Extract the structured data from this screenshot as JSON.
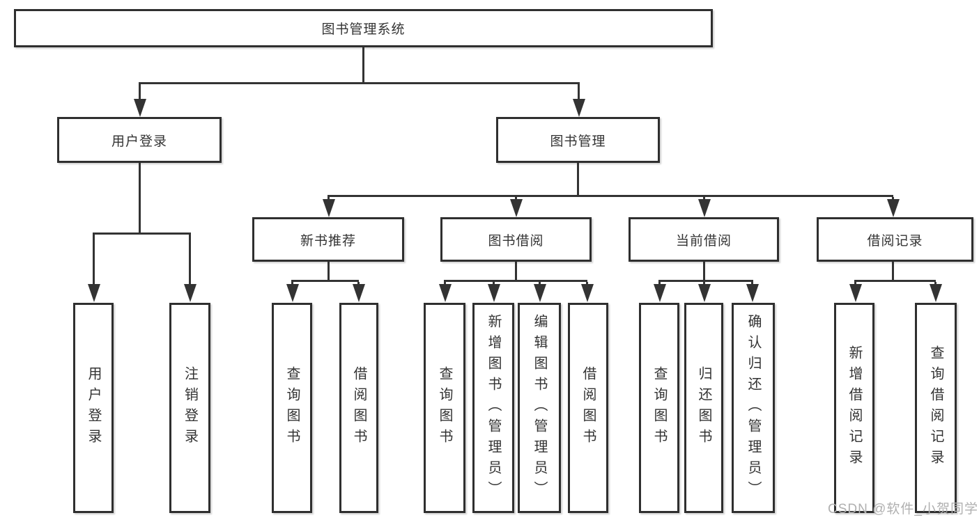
{
  "diagram": {
    "title": "图书管理系统",
    "level2": [
      {
        "label": "用户登录"
      },
      {
        "label": "图书管理"
      }
    ],
    "level3": [
      {
        "label": "新书推荐"
      },
      {
        "label": "图书借阅"
      },
      {
        "label": "当前借阅"
      },
      {
        "label": "借阅记录"
      }
    ],
    "leaves": {
      "user_login": [
        "用户登录",
        "注销登录"
      ],
      "new_book_recommend": [
        "查询图书",
        "借阅图书"
      ],
      "book_borrowing": [
        "查询图书",
        "新增图书（管理员）",
        "编辑图书（管理员）",
        "借阅图书"
      ],
      "current_borrowing": [
        "查询图书",
        "归还图书",
        "确认归还（管理员）"
      ],
      "borrowing_records": [
        "新增借阅记录",
        "查询借阅记录"
      ]
    }
  },
  "watermark": {
    "text": "CSDN @软件_小贺同学"
  },
  "colors": {
    "line": "#333333",
    "box_border": "#2f2f2f",
    "text": "#333333",
    "background": "#ffffff",
    "watermark": "#b0b0b0"
  }
}
